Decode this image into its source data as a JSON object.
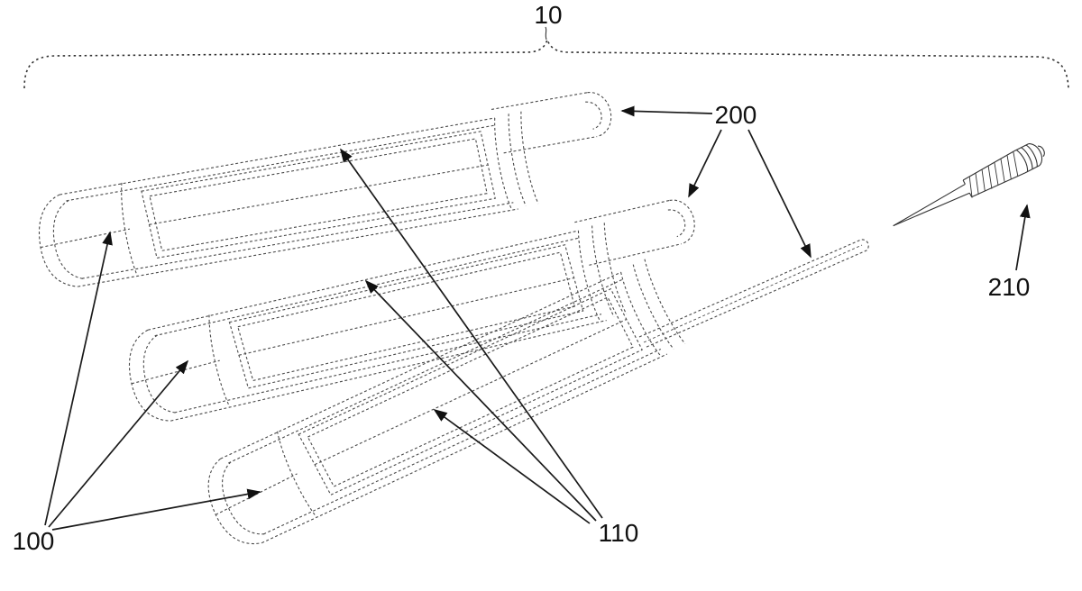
{
  "figure": {
    "background_color": "#ffffff",
    "line_color": "#4a4a4a",
    "annotation_color": "#111111",
    "style": "patent-line-drawing, dashed outlines, exploded view"
  },
  "labels": {
    "n10": "10",
    "n100": "100",
    "n110": "110",
    "n200": "200",
    "n210": "210"
  }
}
